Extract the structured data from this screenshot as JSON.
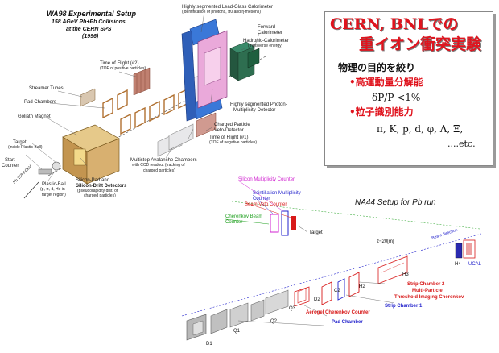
{
  "wa98": {
    "title": "WA98 Experimental Setup",
    "subtitle_line1": "158 AGeV Pb+Pb Collisions",
    "subtitle_line2": "at the CERN SPS",
    "year": "(1996)",
    "labels": {
      "lead_glass": "Highly segmented Lead-Glass Calorimeter",
      "lead_glass_sub": "(identification of photons, π0 and η-mesons)",
      "forward_cal": "Forward-",
      "forward_cal2": "Calorimeter",
      "hadronic_cal": "Hadronic-Calorimeter",
      "hadronic_cal_sub": "(transverse energy)",
      "photon_mult": "Highly segmented Photon-",
      "photon_mult2": "Multiplicity-Detector",
      "tof2": "Time of Flight (#2)",
      "tof2_sub": "(TOF of positive particles)",
      "streamer": "Streamer Tubes",
      "pad": "Pad Chambers",
      "goliath": "Goliath Magnet",
      "charged_veto": "Charged Particle",
      "charged_veto2": "Veto-Detector",
      "tof1": "Time of Flight (#1)",
      "tof1_sub": "(TOF of negative particles)",
      "target": "Target",
      "target_sub": "(inside Plastic-Ball)",
      "multistep": "Multistep Avalanche Chambers",
      "multistep2": "with CCD readout (tracking of",
      "multistep3": "charged particles)",
      "start": "Start",
      "start2": "Counter",
      "beam": "Pb 158 AGeV",
      "plastic_ball": "Plastic-Ball",
      "plastic_ball2": "(p, π, d, He in",
      "plastic_ball3": "target region)",
      "silicon_pad": "Silicon-Pad and",
      "silicon_drift": "Silicon-Drift Detectors",
      "silicon_sub": "(pseudorapidity dist. of",
      "silicon_sub2": "charged particles)"
    }
  },
  "title_box": {
    "line1": "CERN, BNLでの",
    "line2": "重イオン衝突実験",
    "purpose": "物理の目的を絞り",
    "bullet1": "•高運動量分解能",
    "resolution": "δP/P <1%",
    "bullet2": "•粒子識別能力",
    "particles": "π, K, p, d, φ, Λ, Ξ,",
    "etc": "....etc."
  },
  "na44": {
    "title": "NA44 Setup for Pb run",
    "labels": {
      "silicon_mult": "Silicon Multiplicity Counter",
      "scint_mult": "Scintillation Multiplicity",
      "scint_mult2": "Counter",
      "beam_veto": "Beam Veto Counter",
      "cherenkov": "Cherenkov Beam",
      "cherenkov2": "Counter",
      "target": "Target",
      "z_dist": "z~20[m]",
      "beam_direction": "Beam direction",
      "h4": "H4",
      "ucal": "UCAL",
      "h3": "H3",
      "strip2": "Strip Chamber 2",
      "multi_particle": "Multi-Particle",
      "threshold": "Threshold Imaging Cherenkov",
      "h2": "H2",
      "c2": "C2",
      "strip1": "Strip Chamber 1",
      "q3": "Q3",
      "d2": "D2",
      "aerogel": "Aerogel Cherenkov Counter",
      "q2": "Q2",
      "q1": "Q1",
      "pad_chamber": "Pad Chamber",
      "d1": "D1"
    }
  },
  "colors": {
    "title_red": "#e0141e",
    "magnet": "#c8a060",
    "calorimeter_pink": "#e9a8d8",
    "lead_glass_blue": "#2f6fd0",
    "hadronic_green": "#2a6a4a",
    "na44_red": "#d81a1a",
    "na44_blue": "#2222cc",
    "na44_magenta": "#d020d0",
    "na44_green": "#20a020"
  }
}
